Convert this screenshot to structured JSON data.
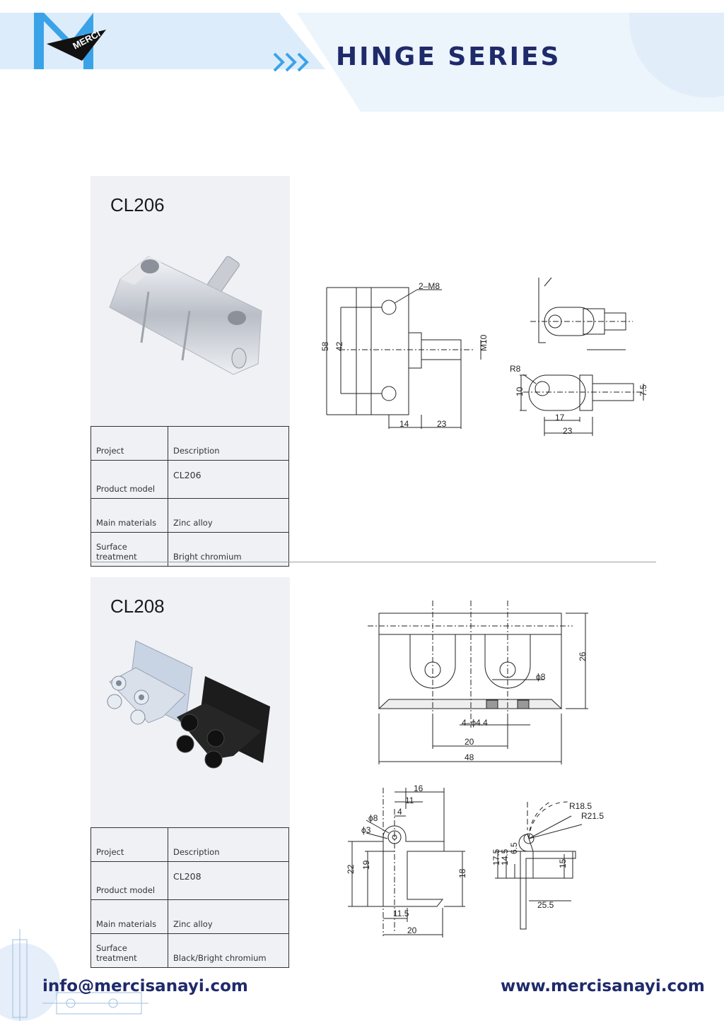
{
  "brand": {
    "name": "MERCI"
  },
  "header": {
    "title": "HINGE SERIES"
  },
  "products": [
    {
      "model": "CL206",
      "spec_headers": {
        "project": "Project",
        "description": "Description"
      },
      "specs": [
        {
          "label": "Product model",
          "value": "CL206"
        },
        {
          "label": "Main materials",
          "value": "Zinc alloy"
        },
        {
          "label": "Surface treatment",
          "value": "Bright chromium"
        }
      ],
      "dimensions": {
        "d1": "2–M8",
        "d2": "58",
        "d3": "42",
        "d4": "M10",
        "d5": "14",
        "d6": "23",
        "d7": "R8",
        "d8": "10",
        "d9": "7.5",
        "d10": "17",
        "d11": "23"
      }
    },
    {
      "model": "CL208",
      "spec_headers": {
        "project": "Project",
        "description": "Description"
      },
      "specs": [
        {
          "label": "Product model",
          "value": "CL208"
        },
        {
          "label": "Main materials",
          "value": "Zinc alloy"
        },
        {
          "label": "Surface treatment",
          "value": "Black/Bright chromium"
        }
      ],
      "dimensions": {
        "d1": "26",
        "d2": "ϕ8",
        "d3": "4–ϕ4.4",
        "d4": "20",
        "d5": "48",
        "d6": "16",
        "d7": "11",
        "d8": "4",
        "d9": "ϕ8",
        "d10": "ϕ3",
        "d11": "22",
        "d12": "19",
        "d13": "18",
        "d14": "11.5",
        "d15": "20",
        "d16": "R18.5",
        "d17": "R21.5",
        "d18": "17.5",
        "d19": "14.5",
        "d20": "6.5",
        "d21": "15",
        "d22": "25.5"
      }
    }
  ],
  "footer": {
    "email": "info@mercisanayi.com",
    "website": "www.mercisanayi.com"
  },
  "colors": {
    "navy": "#1f2a6b",
    "accent": "#2b5cd6",
    "light_band": "#e8f1fb",
    "card": "#f0f1f5"
  }
}
